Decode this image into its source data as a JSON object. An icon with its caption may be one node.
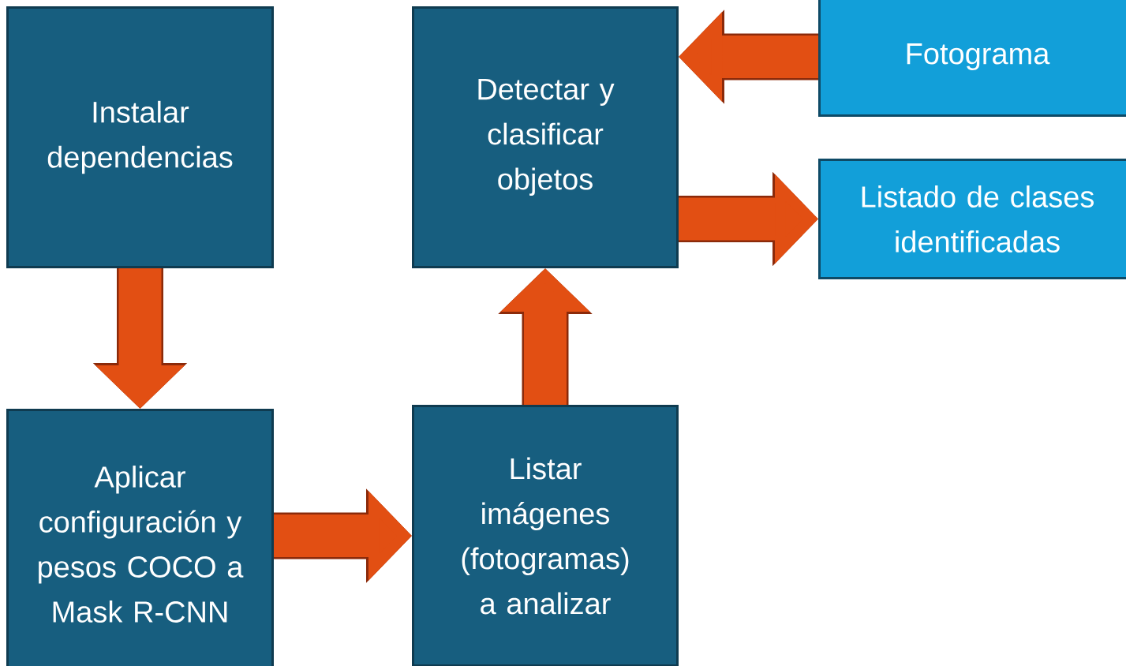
{
  "diagram": {
    "nodes": [
      {
        "text": [
          "Instalar dependencias"
        ]
      },
      {
        "text": [
          "Aplicar configuración y pesos COCO a Mask R-CNN"
        ]
      },
      {
        "text": [
          "Listar imágenes (fotogramas) a analizar"
        ]
      },
      {
        "text": [
          "Detectar y clasificar objetos"
        ]
      },
      {
        "text": [
          "Fotograma"
        ]
      },
      {
        "text": [
          "Listado de clases identificadas"
        ]
      }
    ],
    "edges": [
      {
        "from": 0,
        "to": 1,
        "arrow": "to"
      },
      {
        "from": 1,
        "to": 2,
        "arrow": "to"
      },
      {
        "from": 2,
        "to": 3,
        "arrow": "to"
      },
      {
        "from": 4,
        "to": 3,
        "arrow": "to"
      },
      {
        "from": 3,
        "to": 5,
        "arrow": "to"
      }
    ]
  }
}
